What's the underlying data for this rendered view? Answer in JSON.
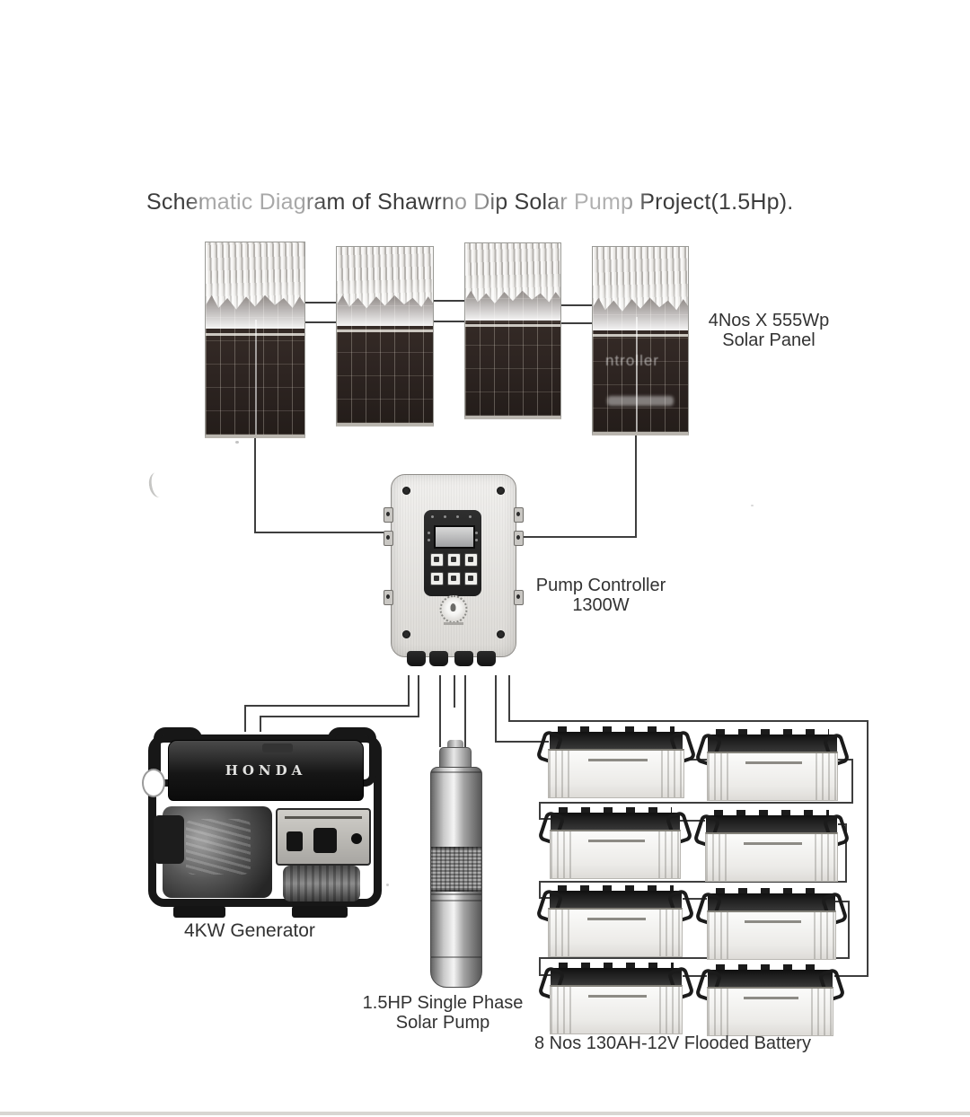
{
  "title": "Schematic Diagram of Shawrno Dip Solar Pump Project(1.5Hp).",
  "labels": {
    "solar_panels": {
      "line1": "4Nos X 555Wp",
      "line2": "Solar Panel"
    },
    "pump_controller": {
      "line1": "Pump Controller",
      "line2": "1300W"
    },
    "generator": "4KW Generator",
    "solar_pump": {
      "line1": "1.5HP Single Phase",
      "line2": "Solar Pump"
    },
    "batteries": "8 Nos 130AH-12V Flooded Battery"
  },
  "components": {
    "generator_brand": "HONDA"
  },
  "artifacts": {
    "bleed_text": "ntroller"
  }
}
